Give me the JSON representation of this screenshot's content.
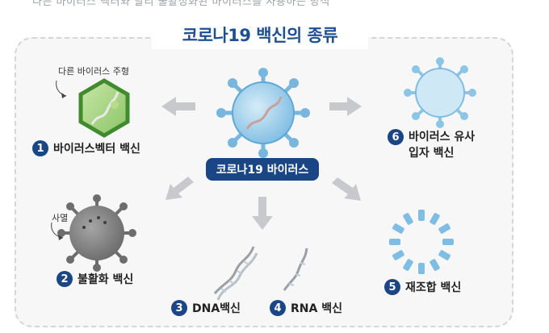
{
  "top_fragment": "다른 바이러스 벡터와 달리 불활성화된 바이러스를 사용하는 방식",
  "title": "코로나19 백신의 종류",
  "center_label": "코로나19 바이러스",
  "items": [
    {
      "num": "1",
      "label": "바이러스벡터 백신",
      "note": "다른 바이러스 주형"
    },
    {
      "num": "2",
      "label": "불활화 백신",
      "note": "사멸"
    },
    {
      "num": "3",
      "label": "DNA백신"
    },
    {
      "num": "4",
      "label": "RNA 백신"
    },
    {
      "num": "5",
      "label": "재조합 백신"
    },
    {
      "num": "6",
      "label_line1": "바이러스 유사",
      "label_line2": "입자 백신"
    }
  ]
}
